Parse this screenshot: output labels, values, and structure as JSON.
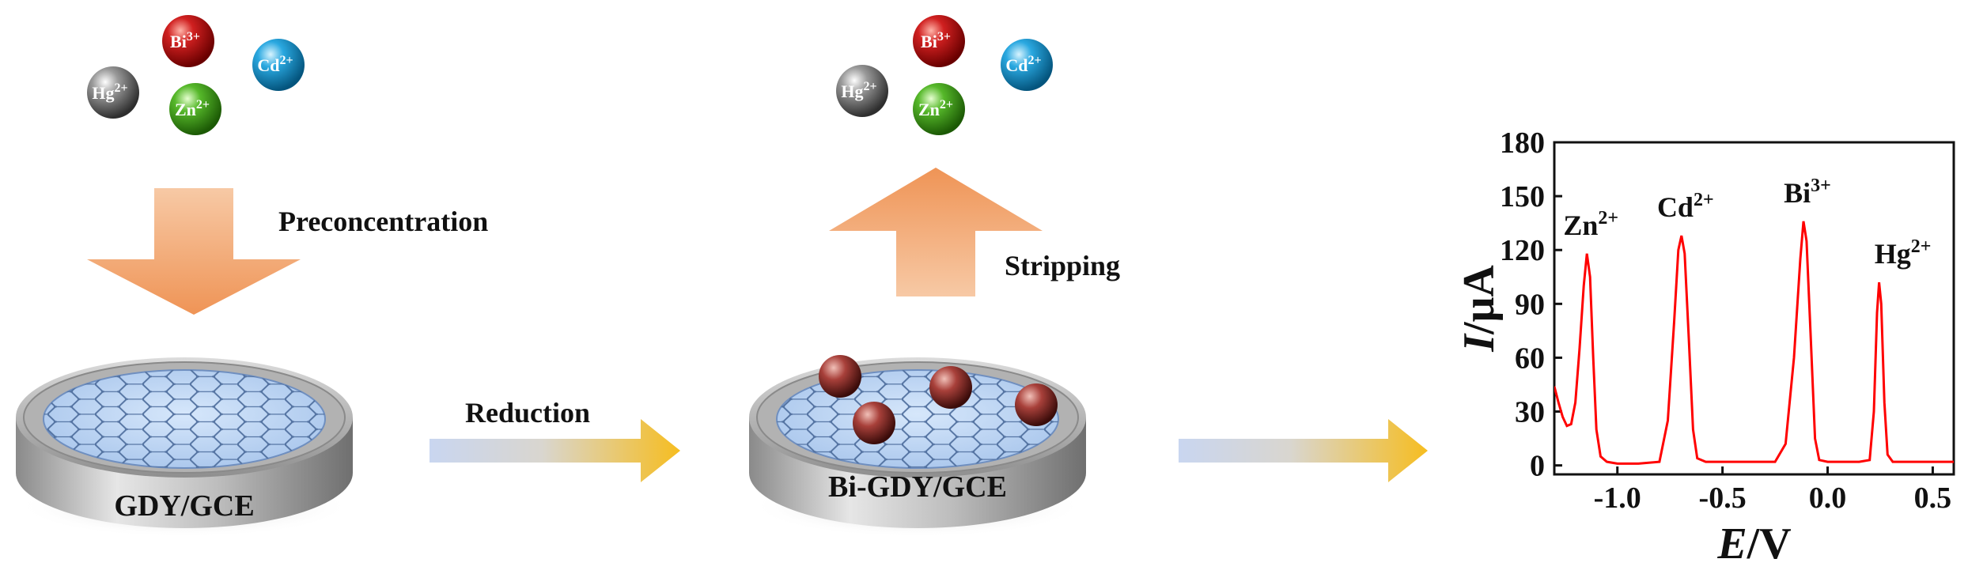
{
  "ions": [
    {
      "symbol": "Bi",
      "charge": "3+",
      "color": "#c0141a"
    },
    {
      "symbol": "Cd",
      "charge": "2+",
      "color": "#1f9fd8"
    },
    {
      "symbol": "Hg",
      "charge": "2+",
      "color": "#8a8a8a"
    },
    {
      "symbol": "Zn",
      "charge": "2+",
      "color": "#4caf1e"
    }
  ],
  "labels": {
    "preconcentration": "Preconcentration",
    "stripping": "Stripping",
    "reduction": "Reduction",
    "electrode1": "GDY/GCE",
    "electrode2": "Bi-GDY/GCE"
  },
  "colors": {
    "arrow_orange": "#f2a46e",
    "disk_blue": "#bcd6f2",
    "mesh": "#4a6a9a",
    "bi_particle": "#a8403a",
    "arrow_gradient_start": "#c9d6f0",
    "arrow_gradient_end": "#f6c12a",
    "curve": "#ff0000"
  },
  "chart_data": {
    "type": "line",
    "xlabel_italic": "E",
    "xlabel_unit": "/V",
    "ylabel_italic": "I",
    "ylabel_unit": "/μA",
    "xlim": [
      -1.3,
      0.6
    ],
    "ylim": [
      -5,
      180
    ],
    "xticks": [
      -1.0,
      -0.5,
      0.0,
      0.5
    ],
    "xtick_labels": [
      "-1.0",
      "-0.5",
      "0.0",
      "0.5"
    ],
    "yticks": [
      0,
      30,
      60,
      90,
      120,
      150,
      180
    ],
    "ytick_labels": [
      "0",
      "30",
      "60",
      "90",
      "120",
      "150",
      "180"
    ],
    "series": [
      {
        "points": [
          [
            -1.3,
            44
          ],
          [
            -1.28,
            35
          ],
          [
            -1.26,
            27
          ],
          [
            -1.24,
            22
          ],
          [
            -1.22,
            23
          ],
          [
            -1.2,
            35
          ],
          [
            -1.18,
            65
          ],
          [
            -1.16,
            100
          ],
          [
            -1.145,
            118
          ],
          [
            -1.13,
            105
          ],
          [
            -1.115,
            60
          ],
          [
            -1.1,
            20
          ],
          [
            -1.08,
            5
          ],
          [
            -1.05,
            2
          ],
          [
            -1.0,
            1
          ],
          [
            -0.9,
            1
          ],
          [
            -0.8,
            2
          ],
          [
            -0.76,
            25
          ],
          [
            -0.73,
            80
          ],
          [
            -0.71,
            120
          ],
          [
            -0.695,
            128
          ],
          [
            -0.68,
            118
          ],
          [
            -0.66,
            70
          ],
          [
            -0.64,
            20
          ],
          [
            -0.62,
            4
          ],
          [
            -0.58,
            2
          ],
          [
            -0.4,
            2
          ],
          [
            -0.25,
            2
          ],
          [
            -0.2,
            12
          ],
          [
            -0.16,
            60
          ],
          [
            -0.13,
            115
          ],
          [
            -0.115,
            136
          ],
          [
            -0.1,
            125
          ],
          [
            -0.08,
            70
          ],
          [
            -0.06,
            15
          ],
          [
            -0.04,
            3
          ],
          [
            0.0,
            2
          ],
          [
            0.15,
            2
          ],
          [
            0.2,
            3
          ],
          [
            0.22,
            30
          ],
          [
            0.235,
            85
          ],
          [
            0.245,
            102
          ],
          [
            0.255,
            90
          ],
          [
            0.27,
            35
          ],
          [
            0.285,
            6
          ],
          [
            0.31,
            2
          ],
          [
            0.4,
            2
          ],
          [
            0.6,
            2
          ]
        ]
      }
    ],
    "annotations": [
      {
        "ion": "Zn",
        "charge": "2+",
        "x": -1.145,
        "y": 118
      },
      {
        "ion": "Cd",
        "charge": "2+",
        "x": -0.695,
        "y": 128
      },
      {
        "ion": "Bi",
        "charge": "3+",
        "x": -0.115,
        "y": 136
      },
      {
        "ion": "Hg",
        "charge": "2+",
        "x": 0.245,
        "y": 102
      }
    ]
  }
}
